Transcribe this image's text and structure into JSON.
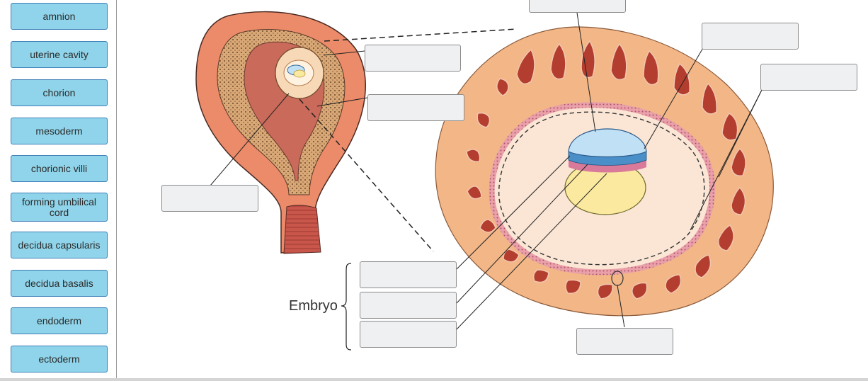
{
  "word_bank": [
    {
      "label": "amnion"
    },
    {
      "label": "uterine cavity"
    },
    {
      "label": "chorion"
    },
    {
      "label": "mesoderm"
    },
    {
      "label": "chorionic villi"
    },
    {
      "label": "forming umbilical cord"
    },
    {
      "label": "decidua capsularis"
    },
    {
      "label": "decidua basalis"
    },
    {
      "label": "endoderm"
    },
    {
      "label": "ectoderm"
    }
  ],
  "diagram": {
    "embryo_label": "Embryo"
  },
  "colors": {
    "chip_fill": "#8fd4ea",
    "chip_border": "#3d7fb7",
    "slot_fill": "#eef0f2",
    "uterine_wall": "#ec8b6a",
    "decidua": "#f2b687",
    "endometrial_glands": "#b33d2e",
    "cavity": "#c96a5a",
    "amnion": "#bfe0f5",
    "ectoderm": "#4a8fc8",
    "mesoderm": "#d97a9a",
    "yolk_sac": "#fbe9a0"
  }
}
